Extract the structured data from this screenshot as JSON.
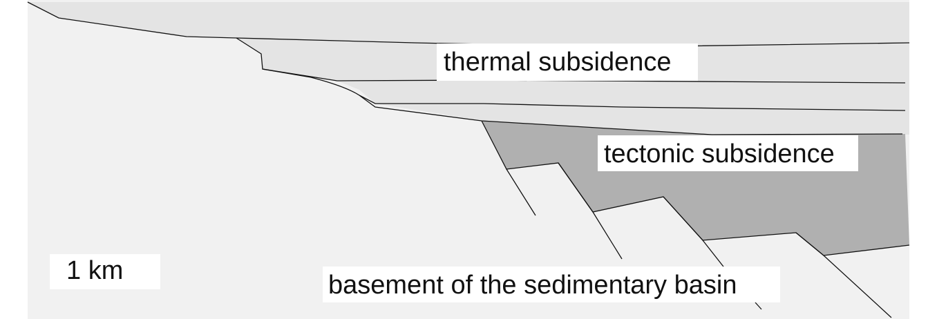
{
  "labels": {
    "thermal": "thermal subsidence",
    "tectonic": "tectonic subsidence",
    "basement": "basement of the sedimentary basin",
    "scale": "1 km"
  },
  "colors": {
    "background": "#f1f1f1",
    "thermal_fill": "#e4e4e4",
    "tectonic_fill": "#b0b0b0",
    "line": "#111111",
    "label_box": "#ffffff"
  }
}
